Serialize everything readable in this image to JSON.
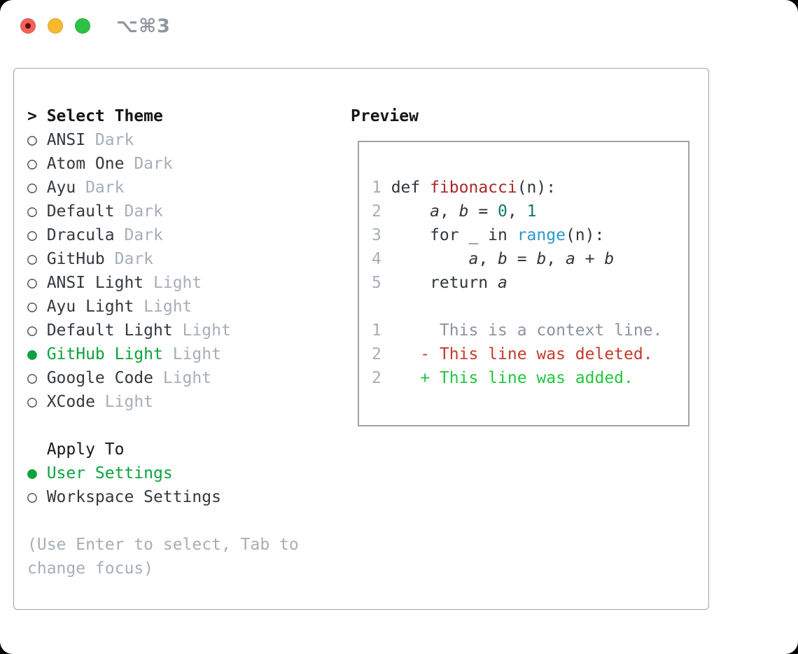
{
  "window": {
    "title_shortcut": "⌥⌘3"
  },
  "colors": {
    "accent_green": "#0ca33c",
    "diff_added_green": "#22c73e",
    "diff_deleted_red": "#c43b2a",
    "function_red": "#a82827",
    "number_teal": "#0f776d",
    "builtin_blue": "#2b97cf",
    "muted_gray": "#a6aeb8",
    "border_gray": "#9aa3ad",
    "traffic_red": "#f4615a",
    "traffic_yellow": "#f9b82f",
    "traffic_green": "#2ec245"
  },
  "theme_menu": {
    "header_prefix": ">",
    "header": "Select Theme",
    "items": [
      {
        "name": "ANSI",
        "variant": "Dark",
        "selected": false
      },
      {
        "name": "Atom One",
        "variant": "Dark",
        "selected": false
      },
      {
        "name": "Ayu",
        "variant": "Dark",
        "selected": false
      },
      {
        "name": "Default",
        "variant": "Dark",
        "selected": false
      },
      {
        "name": "Dracula",
        "variant": "Dark",
        "selected": false
      },
      {
        "name": "GitHub",
        "variant": "Dark",
        "selected": false
      },
      {
        "name": "ANSI Light",
        "variant": "Light",
        "selected": false
      },
      {
        "name": "Ayu Light",
        "variant": "Light",
        "selected": false
      },
      {
        "name": "Default Light",
        "variant": "Light",
        "selected": false
      },
      {
        "name": "GitHub Light",
        "variant": "Light",
        "selected": true
      },
      {
        "name": "Google Code",
        "variant": "Light",
        "selected": false
      },
      {
        "name": "XCode",
        "variant": "Light",
        "selected": false
      }
    ]
  },
  "apply_to": {
    "header": "Apply To",
    "options": [
      {
        "label": "User Settings",
        "selected": true
      },
      {
        "label": "Workspace Settings",
        "selected": false
      }
    ]
  },
  "hint_lines": [
    "(Use Enter to select, Tab to",
    "change focus)"
  ],
  "preview": {
    "title": "Preview",
    "lines": [
      {
        "num": "1",
        "tokens": [
          {
            "text": "def ",
            "type": "plain"
          },
          {
            "text": "fibonacci",
            "type": "func"
          },
          {
            "text": "(n):",
            "type": "plain"
          }
        ]
      },
      {
        "num": "2",
        "tokens": [
          {
            "text": "    ",
            "type": "plain"
          },
          {
            "text": "a",
            "type": "var"
          },
          {
            "text": ", ",
            "type": "plain"
          },
          {
            "text": "b",
            "type": "var"
          },
          {
            "text": " = ",
            "type": "plain"
          },
          {
            "text": "0",
            "type": "num"
          },
          {
            "text": ", ",
            "type": "plain"
          },
          {
            "text": "1",
            "type": "num"
          }
        ]
      },
      {
        "num": "3",
        "tokens": [
          {
            "text": "    for _ in ",
            "type": "plain"
          },
          {
            "text": "range",
            "type": "builtin"
          },
          {
            "text": "(n):",
            "type": "plain"
          }
        ]
      },
      {
        "num": "4",
        "tokens": [
          {
            "text": "        ",
            "type": "plain"
          },
          {
            "text": "a",
            "type": "var"
          },
          {
            "text": ", ",
            "type": "plain"
          },
          {
            "text": "b",
            "type": "var"
          },
          {
            "text": " = ",
            "type": "plain"
          },
          {
            "text": "b",
            "type": "var"
          },
          {
            "text": ", ",
            "type": "plain"
          },
          {
            "text": "a",
            "type": "var"
          },
          {
            "text": " + ",
            "type": "plain"
          },
          {
            "text": "b",
            "type": "var"
          }
        ]
      },
      {
        "num": "5",
        "tokens": [
          {
            "text": "    return ",
            "type": "plain"
          },
          {
            "text": "a",
            "type": "var"
          }
        ]
      },
      {
        "num": "",
        "tokens": []
      },
      {
        "num": "1",
        "tokens": [
          {
            "text": "     This is a context line.",
            "type": "context"
          }
        ]
      },
      {
        "num": "2",
        "tokens": [
          {
            "text": "   - This line was deleted.",
            "type": "deleted"
          }
        ]
      },
      {
        "num": "2",
        "tokens": [
          {
            "text": "   + This line was added.",
            "type": "added"
          }
        ]
      }
    ]
  }
}
